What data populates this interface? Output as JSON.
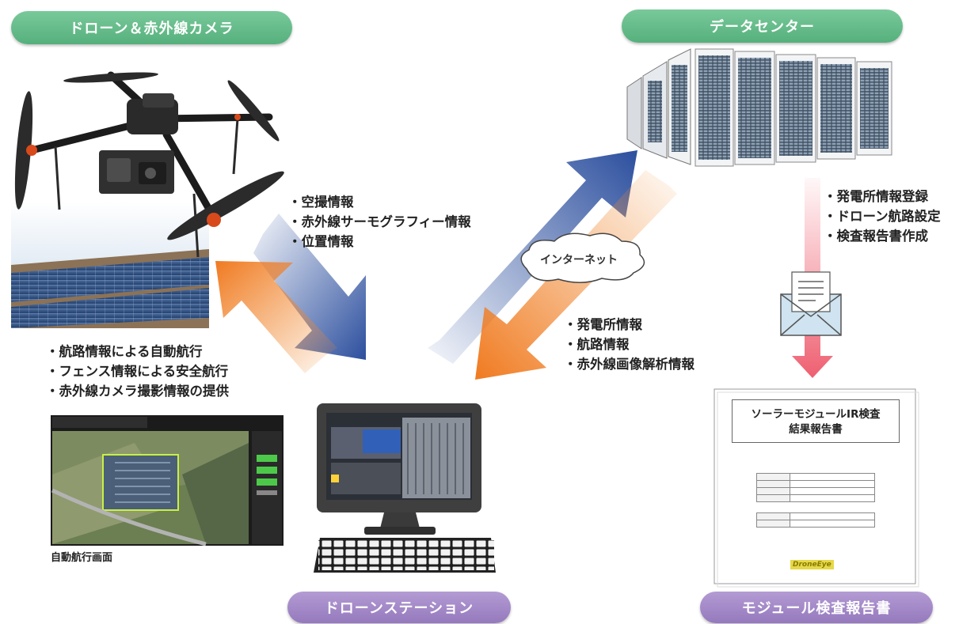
{
  "sections": {
    "drone": "ドローン＆赤外線カメラ",
    "datacenter": "データセンター",
    "station": "ドローンステーション",
    "report": "モジュール検査報告書"
  },
  "flows": {
    "drone_to_station": [
      "空撮情報",
      "赤外線サーモグラフィー情報",
      "位置情報"
    ],
    "station_to_drone": [
      "航路情報による自動航行",
      "フェンス情報による安全航行",
      "赤外線カメラ撮影情報の提供"
    ],
    "datacenter_to_station": [
      "発電所情報",
      "航路情報",
      "赤外線画像解析情報"
    ],
    "datacenter_to_report": [
      "発電所情報登録",
      "ドローン航路設定",
      "検査報告書作成"
    ]
  },
  "internet_label": "インターネット",
  "screen_caption": "自動航行画面",
  "report_doc": {
    "title_line1": "ソーラーモジュールIR検査",
    "title_line2": "結果報告書",
    "logo": "DroneEye"
  }
}
